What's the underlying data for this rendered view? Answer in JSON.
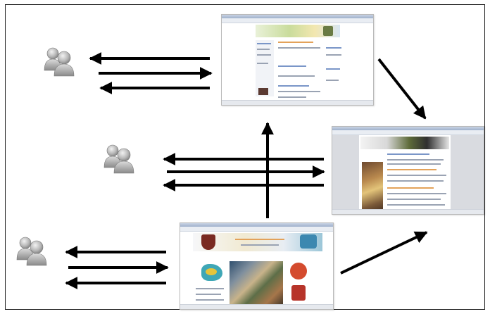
{
  "diagram": {
    "description_nodes": [
      "browser-window-top",
      "browser-window-right",
      "browser-window-bottom"
    ],
    "user_groups": [
      "user-group-top",
      "user-group-middle",
      "user-group-bottom"
    ],
    "colors": {
      "arrow": "#000000",
      "frame": "#222222",
      "user_icon": "#8c8c8c"
    }
  }
}
